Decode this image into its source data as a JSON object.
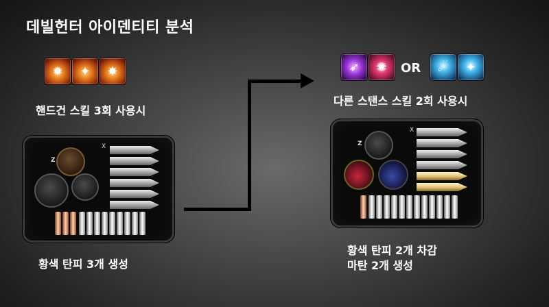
{
  "title": "데빌헌터 아이덴티티 분석",
  "left": {
    "caption_top": "핸드건 스킬 3회 사용시",
    "caption_bottom": "황색 탄피 3개 생성",
    "skill_icons": [
      "flame-burst-icon",
      "flame-figure-icon",
      "flame-strike-icon"
    ],
    "x_label": "X",
    "z_label": "Z"
  },
  "right": {
    "caption_top": "다른 스탠스 스킬 2회 사용시",
    "caption_bottom_1": "황색 탄피 2개 차감",
    "caption_bottom_2": "마탄 2개 생성",
    "or_label": "OR",
    "skill_icons_a": [
      "purple-bullet-icon",
      "pink-burst-icon"
    ],
    "skill_icons_b": [
      "blue-dash-icon",
      "blue-kick-icon"
    ],
    "x_label": "X",
    "z_label": "Z"
  },
  "colors": {
    "brass_shell": "#c8764a",
    "silver_shell": "#d8d8d8",
    "gold_bullet": "#e5c67a"
  }
}
